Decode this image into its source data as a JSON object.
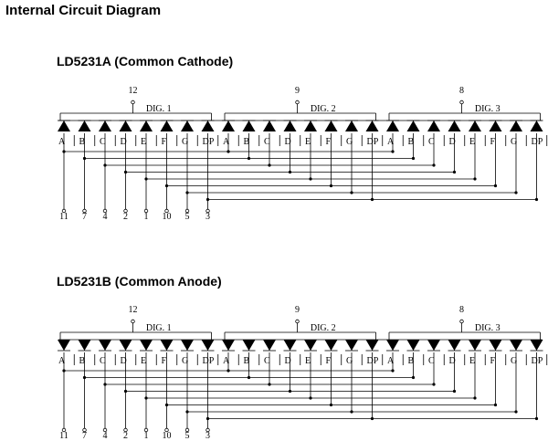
{
  "page_title": "Internal Circuit Diagram",
  "sections": [
    {
      "title": "LD5231A (Common Cathode)",
      "polarity": "cathode",
      "digits": [
        {
          "label": "DIG. 1",
          "common_pin": "12"
        },
        {
          "label": "DIG. 2",
          "common_pin": "9"
        },
        {
          "label": "DIG. 3",
          "common_pin": "8"
        }
      ],
      "segments": [
        "A",
        "B",
        "C",
        "D",
        "E",
        "F",
        "G",
        "DP"
      ],
      "segment_pins": [
        "11",
        "7",
        "4",
        "2",
        "1",
        "10",
        "5",
        "3"
      ]
    },
    {
      "title": "LD5231B (Common Anode)",
      "polarity": "anode",
      "digits": [
        {
          "label": "DIG. 1",
          "common_pin": "12"
        },
        {
          "label": "DIG. 2",
          "common_pin": "9"
        },
        {
          "label": "DIG. 3",
          "common_pin": "8"
        }
      ],
      "segments": [
        "A",
        "B",
        "C",
        "D",
        "E",
        "F",
        "G",
        "DP"
      ],
      "segment_pins": [
        "11",
        "7",
        "4",
        "2",
        "1",
        "10",
        "5",
        "3"
      ]
    }
  ]
}
